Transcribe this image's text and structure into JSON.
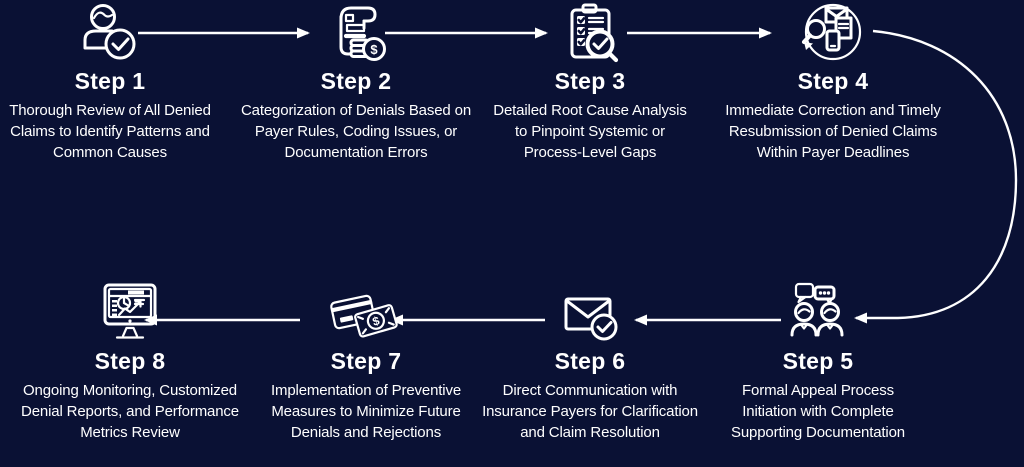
{
  "colors": {
    "background": "#0A1134",
    "foreground": "#FFFFFF"
  },
  "glyphs": {
    "dollar": "$"
  },
  "steps": [
    {
      "title": "Step 1",
      "icon": "person-review-check-icon",
      "description": "Thorough Review of All Denied\nClaims to Identify Patterns and\nCommon Causes"
    },
    {
      "title": "Step 2",
      "icon": "billing-statement-icon",
      "description": "Categorization of Denials Based on\nPayer Rules, Coding Issues, or\nDocumentation Errors"
    },
    {
      "title": "Step 3",
      "icon": "checklist-magnifier-icon",
      "description": "Detailed Root Cause Analysis\nto Pinpoint Systemic or\nProcess-Level Gaps"
    },
    {
      "title": "Step 4",
      "icon": "resubmission-cycle-icon",
      "description": "Immediate Correction and Timely\nResubmission of Denied Claims\nWithin Payer Deadlines"
    },
    {
      "title": "Step 5",
      "icon": "discussion-people-icon",
      "description": "Formal Appeal Process\nInitiation with Complete\nSupporting Documentation"
    },
    {
      "title": "Step 6",
      "icon": "mail-check-icon",
      "description": "Direct Communication with\nInsurance Payers for Clarification\nand Claim Resolution"
    },
    {
      "title": "Step 7",
      "icon": "card-payment-icon",
      "description": "Implementation of Preventive\nMeasures to Minimize Future\nDenials and Rejections"
    },
    {
      "title": "Step 8",
      "icon": "analytics-monitor-icon",
      "description": "Ongoing Monitoring, Customized\nDenial Reports, and Performance\nMetrics Review"
    }
  ]
}
